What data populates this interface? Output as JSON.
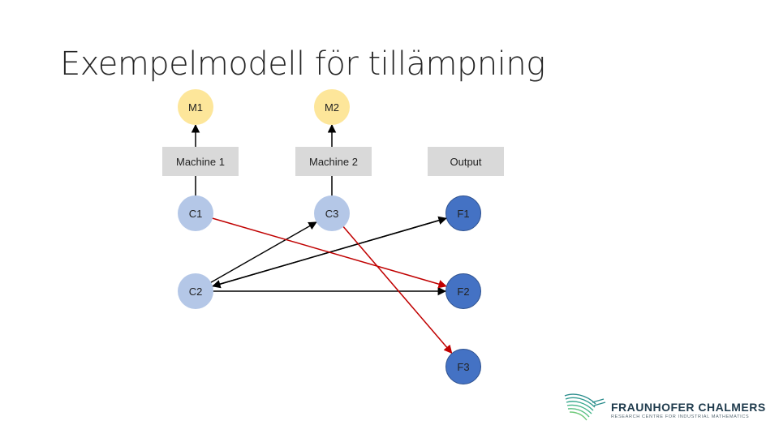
{
  "title": "Exempelmodell för tillämpning",
  "nodes": {
    "m1": "M1",
    "m2": "M2",
    "c1": "C1",
    "c2": "C2",
    "c3": "C3",
    "f1": "F1",
    "f2": "F2",
    "f3": "F3"
  },
  "boxes": {
    "machine1": "Machine 1",
    "machine2": "Machine 2",
    "output": "Output"
  },
  "colors": {
    "m_fill": "#fde69a",
    "c_fill": "#b4c7e7",
    "f_fill": "#4472c4",
    "box_fill": "#d9d9d9",
    "edge_black": "#000000",
    "edge_red": "#c00000"
  },
  "edges": [
    {
      "from": "c1",
      "to": "m1",
      "color": "black"
    },
    {
      "from": "c3",
      "to": "m2",
      "color": "black"
    },
    {
      "from": "c2",
      "to": "c3",
      "color": "black"
    },
    {
      "from": "c2",
      "to": "f1",
      "color": "black"
    },
    {
      "from": "c2",
      "to": "f2",
      "color": "black"
    },
    {
      "from": "f1",
      "to": "c2",
      "color": "black"
    },
    {
      "from": "c1",
      "to": "f2",
      "color": "red"
    },
    {
      "from": "c3",
      "to": "f3",
      "color": "red"
    }
  ],
  "logo": {
    "name": "FRAUNHOFER CHALMERS",
    "subtitle": "RESEARCH CENTRE FOR INDUSTRIAL MATHEMATICS"
  }
}
